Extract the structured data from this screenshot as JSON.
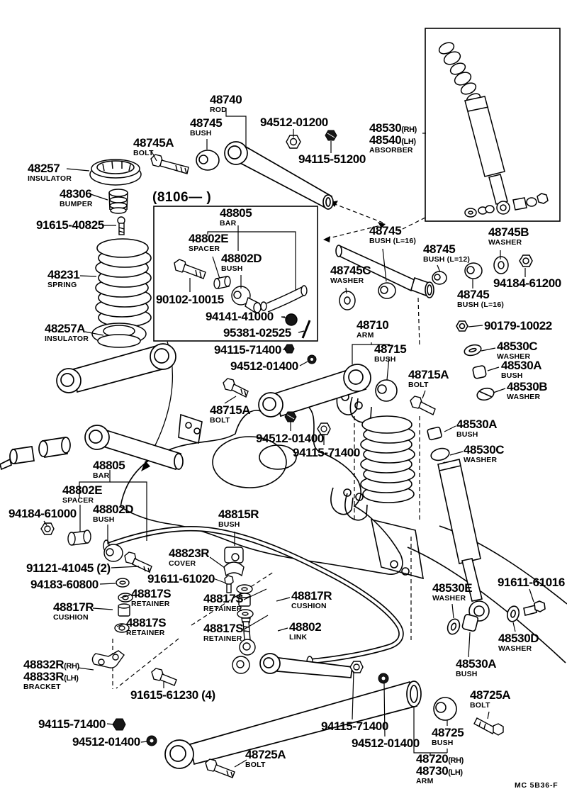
{
  "doc": {
    "type": "exploded-parts-diagram",
    "subject": "rear suspension",
    "colors": {
      "line": "#000000",
      "background": "#ffffff"
    }
  },
  "labels": [
    {
      "part": "48740",
      "desc": "ROD"
    },
    {
      "part": "48745",
      "desc": "BUSH"
    },
    {
      "part": "94512-01200"
    },
    {
      "p1": "48530",
      "s1": "(RH)",
      "p2": "48540",
      "s2": "(LH)",
      "desc": "ABSORBER"
    },
    {
      "part": "94115-51200"
    },
    {
      "part": "48745A",
      "desc": "BOLT"
    },
    {
      "part": "48257",
      "desc": "INSULATOR"
    },
    {
      "part": "48306",
      "desc": "BUMPER"
    },
    {
      "part": "91615-40825"
    },
    {
      "part": "(8106—      )"
    },
    {
      "part": "48805",
      "desc": "BAR"
    },
    {
      "part": "48802E",
      "desc": "SPACER"
    },
    {
      "part": "48802D",
      "desc": "BUSH"
    },
    {
      "part": "48231",
      "desc": "SPRING"
    },
    {
      "part": "90102-10015"
    },
    {
      "part": "94141-41000"
    },
    {
      "part": "95381-02525"
    },
    {
      "part": "48257A",
      "desc": "INSULATOR"
    },
    {
      "part": "94115-71400"
    },
    {
      "part": "94512-01400"
    },
    {
      "part": "48745",
      "desc": "BUSH (L=16)"
    },
    {
      "part": "48745",
      "desc": "BUSH (L=12)"
    },
    {
      "part": "48745B",
      "desc": "WASHER"
    },
    {
      "part": "48745C",
      "desc": "WASHER"
    },
    {
      "part": "94184-61200"
    },
    {
      "part": "48745",
      "desc": "BUSH (L=16)"
    },
    {
      "part": "48710",
      "desc": "ARM"
    },
    {
      "part": "90179-10022"
    },
    {
      "part": "48715",
      "desc": "BUSH"
    },
    {
      "part": "48530C",
      "desc": "WASHER"
    },
    {
      "part": "48715A",
      "desc": "BOLT"
    },
    {
      "part": "48530A",
      "desc": "BUSH"
    },
    {
      "part": "48530B",
      "desc": "WASHER"
    },
    {
      "part": "48715A",
      "desc": "BOLT"
    },
    {
      "part": "48530A",
      "desc": "BUSH"
    },
    {
      "part": "94512-01400"
    },
    {
      "part": "48530C",
      "desc": "WASHER"
    },
    {
      "part": "94115-71400"
    },
    {
      "part": "48805",
      "desc": "BAR"
    },
    {
      "part": "48802E",
      "desc": "SPACER"
    },
    {
      "part": "94184-61000"
    },
    {
      "part": "48802D",
      "desc": "BUSH"
    },
    {
      "part": "48815R",
      "desc": "BUSH"
    },
    {
      "part": "91121-41045 (2)"
    },
    {
      "part": "48823R",
      "desc": "COVER"
    },
    {
      "part": "94183-60800"
    },
    {
      "part": "91611-61020"
    },
    {
      "part": "48817S",
      "desc": "RETAINER"
    },
    {
      "part": "48817R",
      "desc": "CUSHION"
    },
    {
      "part": "48817S",
      "desc": "RETAINER"
    },
    {
      "part": "48817S",
      "desc": "RETAINER"
    },
    {
      "part": "48817R",
      "desc": "CUSHION"
    },
    {
      "part": "48817S",
      "desc": "RETAINER"
    },
    {
      "part": "48802",
      "desc": "LINK"
    },
    {
      "part": "48530E",
      "desc": "WASHER"
    },
    {
      "part": "91611-61016"
    },
    {
      "part": "48530D",
      "desc": "WASHER"
    },
    {
      "part": "48530A",
      "desc": "BUSH"
    },
    {
      "p1": "48832R",
      "s1": "(RH)",
      "p2": "48833R",
      "s2": "(LH)",
      "desc": "BRACKET"
    },
    {
      "part": "91615-61230 (4)"
    },
    {
      "part": "94115-71400"
    },
    {
      "part": "94512-01400"
    },
    {
      "part": "48725A",
      "desc": "BOLT"
    },
    {
      "part": "94115-71400"
    },
    {
      "part": "48725",
      "desc": "BUSH"
    },
    {
      "part": "94512-01400"
    },
    {
      "part": "48725A",
      "desc": "BOLT"
    },
    {
      "p1": "48720",
      "s1": "(RH)",
      "p2": "48730",
      "s2": "(LH)",
      "desc": "ARM"
    },
    {
      "part": "MC 5B36-F"
    }
  ]
}
